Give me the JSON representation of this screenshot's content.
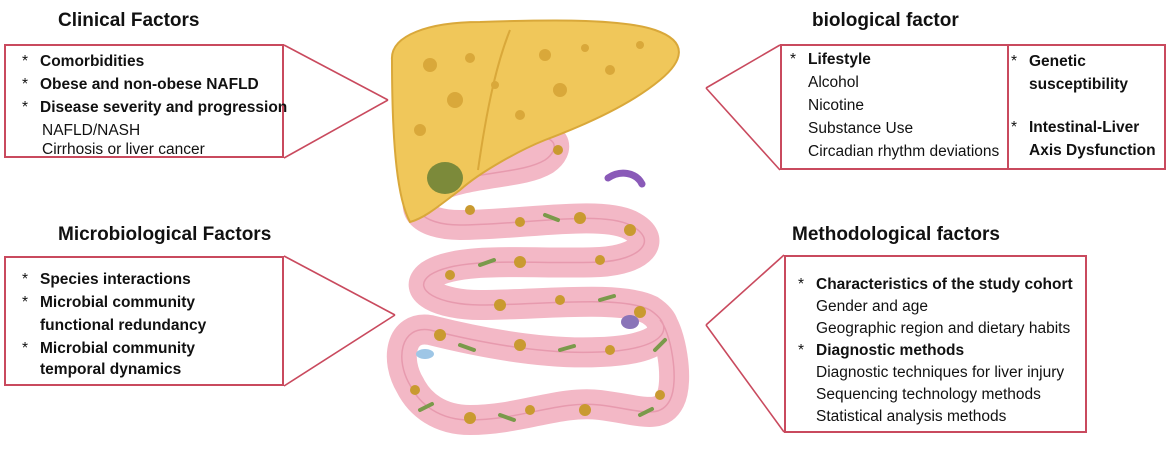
{
  "clinical": {
    "heading": "Clinical Factors",
    "items": [
      {
        "bullet": "*",
        "text": "Comorbidities"
      },
      {
        "bullet": "*",
        "text": "Obese and non-obese NAFLD"
      },
      {
        "bullet": "*",
        "text": "Disease severity and progression"
      }
    ],
    "subitems": [
      "NAFLD/NASH",
      "Cirrhosis or liver cancer"
    ]
  },
  "biological": {
    "heading": "biological factor",
    "lifestyle": {
      "bullet": "*",
      "text": "Lifestyle"
    },
    "lifestyle_items": [
      "Alcohol",
      "Nicotine",
      "Substance Use",
      "Circadian rhythm deviations"
    ],
    "genetic": {
      "bullet": "*",
      "line1": "Genetic",
      "line2": "susceptibility"
    },
    "axis": {
      "bullet": "*",
      "line1": "Intestinal-Liver",
      "line2": "Axis Dysfunction"
    }
  },
  "microbiological": {
    "heading": "Microbiological Factors",
    "items": [
      {
        "bullet": "*",
        "line1": "Species interactions",
        "line2": ""
      },
      {
        "bullet": "*",
        "line1": "Microbial community",
        "line2": "functional redundancy"
      },
      {
        "bullet": "*",
        "line1": "Microbial community",
        "line2": "temporal dynamics"
      }
    ]
  },
  "methodological": {
    "heading": "Methodological factors",
    "cohort": {
      "bullet": "*",
      "text": "Characteristics of the study cohort"
    },
    "cohort_items": [
      "Gender and age",
      "Geographic region and dietary habits"
    ],
    "diagnostic": {
      "bullet": "*",
      "text": "Diagnostic methods"
    },
    "diagnostic_items": [
      "Diagnostic techniques for liver injury",
      "Sequencing technology  methods",
      "Statistical analysis methods"
    ]
  },
  "colors": {
    "box_border": "#c94a5e",
    "liver": "#f0c75a",
    "liver_spot": "#d9a83a",
    "gallbladder": "#7c8a3a",
    "intestine": "#f3b8c6",
    "bacteria_green": "#7a9a4a",
    "bacteria_gold": "#c99a30"
  },
  "illustration": "liver-and-gut-icon"
}
